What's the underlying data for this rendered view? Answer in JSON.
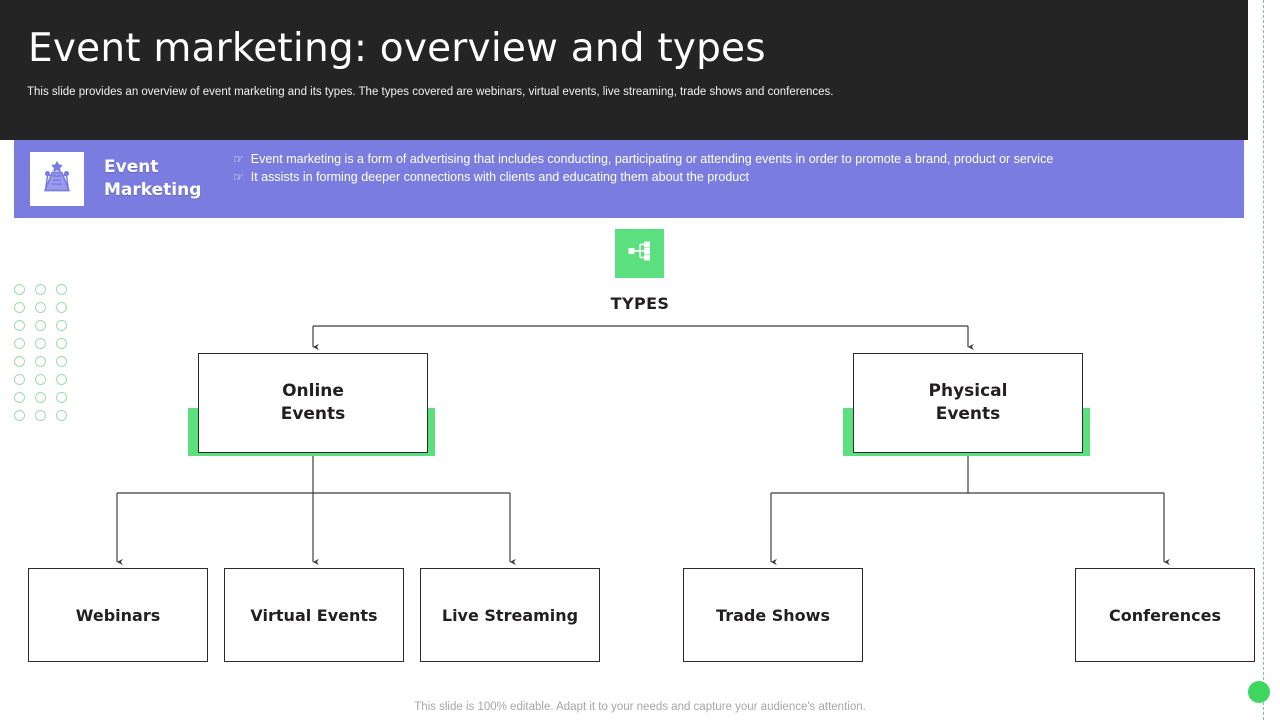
{
  "header": {
    "title": "Event marketing: overview and types",
    "subtitle": "This slide provides an overview of event marketing and its types. The types covered are webinars, virtual events, live streaming, trade shows and conferences."
  },
  "definition_banner": {
    "icon": "red-carpet-event-icon",
    "label_line1": "Event",
    "label_line2": "Marketing",
    "bullet_glyph": "☞",
    "bullets": [
      "Event marketing is a form of advertising that includes conducting, participating or attending events in order to promote a brand, product or service",
      "It assists in forming deeper connections with clients and educating them about the product"
    ]
  },
  "types_section": {
    "icon": "sitemap-hierarchy-icon",
    "heading": "TYPES",
    "branches": [
      {
        "label_line1": "Online",
        "label_line2": "Events"
      },
      {
        "label_line1": "Physical",
        "label_line2": "Events"
      }
    ],
    "leaves": [
      {
        "label": "Webinars"
      },
      {
        "label": "Virtual Events"
      },
      {
        "label": "Live Streaming"
      },
      {
        "label": "Trade Shows"
      },
      {
        "label": "Conferences"
      }
    ]
  },
  "footer": {
    "note": "This slide is 100% editable. Adapt it to your needs and capture your audience's attention."
  },
  "colors": {
    "header_background": "#242424",
    "banner_purple": "#7b7ce0",
    "accent_green": "#5ce07f",
    "footer_dot_green": "#3fd65f",
    "dot_grid_green": "#9fdcad",
    "outline_dark": "#2b2b2b",
    "text_dark": "#231f20",
    "footer_text": "#a6a6a6"
  }
}
